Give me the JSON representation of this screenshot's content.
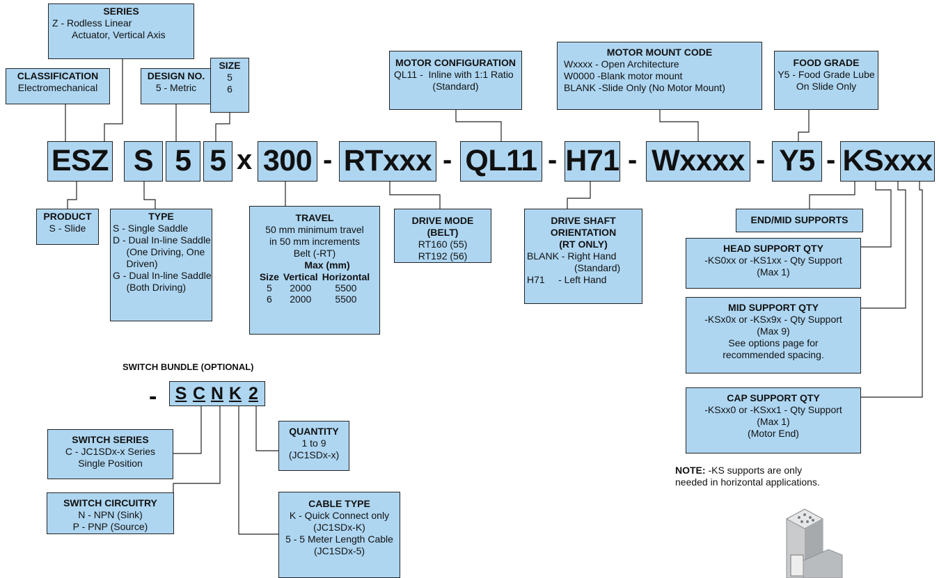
{
  "code_parts": {
    "esz": "ESZ",
    "s": "S",
    "design": "5",
    "size": "5",
    "x": "x",
    "travel": "300",
    "dash1": "-",
    "rt": "RTxxx",
    "dash2": "-",
    "ql": "QL11",
    "dash3": "-",
    "h71": "H71",
    "dash4": "-",
    "w": "Wxxxx",
    "dash5": "-",
    "y5": "Y5",
    "dash6": "-",
    "ks": "KSxxx"
  },
  "series": {
    "title": "SERIES",
    "line1": "Z - Rodless Linear",
    "line2": "Actuator, Vertical Axis"
  },
  "classification": {
    "title": "CLASSIFICATION",
    "line1": "Electromechanical"
  },
  "design_no": {
    "title": "DESIGN NO.",
    "line1": "5 - Metric"
  },
  "size": {
    "title": "SIZE",
    "line1": "5",
    "line2": "6"
  },
  "motor_configuration": {
    "title": "MOTOR CONFIGURATION",
    "line1": "QL11 -  Inline with 1:1 Ratio",
    "line2": "(Standard)"
  },
  "motor_mount": {
    "title": "MOTOR MOUNT CODE",
    "line1": "Wxxxx - Open Architecture",
    "line2": "W0000 -Blank motor mount",
    "line3": "BLANK -Slide Only (No Motor Mount)"
  },
  "food_grade": {
    "title": "FOOD GRADE",
    "line1": "Y5 - Food Grade Lube",
    "line2": "On Slide Only"
  },
  "product": {
    "title": "PRODUCT",
    "line1": "S - Slide"
  },
  "type": {
    "title": "TYPE",
    "lines": [
      "S - Single Saddle",
      "D - Dual In-line Saddle",
      "     (One Driving, One",
      "     Driven)",
      "G - Dual In-line Saddle",
      "     (Both Driving)"
    ]
  },
  "travel": {
    "title": "TRAVEL",
    "line1": "50 mm minimum travel",
    "line2": "in 50 mm increments",
    "line3": "Belt (-RT)",
    "max_label": "Max (mm)",
    "col_size": "Size",
    "col_vertical": "Vertical",
    "col_horizontal": "Horizontal",
    "rows": [
      {
        "size": "5",
        "vertical": "2000",
        "horizontal": "5500"
      },
      {
        "size": "6",
        "vertical": "2000",
        "horizontal": "5500"
      }
    ]
  },
  "drive_mode": {
    "title": "DRIVE MODE (BELT)",
    "line1": "RT160 (55)",
    "line2": "RT192 (56)"
  },
  "drive_shaft": {
    "title1": "DRIVE SHAFT",
    "title2": "ORIENTATION",
    "title3": "(RT ONLY)",
    "line1": "BLANK - Right Hand",
    "line2": "(Standard)",
    "line3": "H71     - Left Hand"
  },
  "end_mid_supports": {
    "title": "END/MID SUPPORTS"
  },
  "head_support": {
    "title": "HEAD SUPPORT QTY",
    "line1": "-KS0xx or -KS1xx - Qty Support",
    "line2": "(Max 1)"
  },
  "mid_support": {
    "title": "MID SUPPORT QTY",
    "line1": "-KSx0x or -KSx9x - Qty Support",
    "line2": "(Max 9)",
    "line3": "See options page for",
    "line4": "recommended spacing."
  },
  "cap_support": {
    "title": "CAP SUPPORT QTY",
    "line1": "-KSxx0 or -KSxx1 - Qty Support",
    "line2": "(Max 1)",
    "line3": "(Motor End)"
  },
  "note": {
    "bold": "NOTE:",
    "line1": " -KS supports are only",
    "line2": "needed in horizontal applications."
  },
  "switch_bundle": {
    "heading": "SWITCH BUNDLE (OPTIONAL)",
    "dash": "-",
    "letters": [
      "S",
      "C",
      "N",
      "K",
      "2"
    ]
  },
  "switch_series": {
    "title": "SWITCH SERIES",
    "line1": "C - JC1SDx-x Series",
    "line2": "Single Position"
  },
  "quantity": {
    "title": "QUANTITY",
    "line1": "1 to 9",
    "line2": "(JC1SDx-x)"
  },
  "switch_circuitry": {
    "title": "SWITCH CIRCUITRY",
    "line1": "N - NPN (Sink)",
    "line2": "P - PNP (Source)"
  },
  "cable_type": {
    "title": "CABLE TYPE",
    "line1": "K - Quick Connect only",
    "line2": "(JC1SDx-K)",
    "line3": "5 - 5 Meter Length Cable",
    "line4": "(JC1SDx-5)"
  },
  "colors": {
    "box_fill": "#aed6f1",
    "border": "#222222"
  }
}
